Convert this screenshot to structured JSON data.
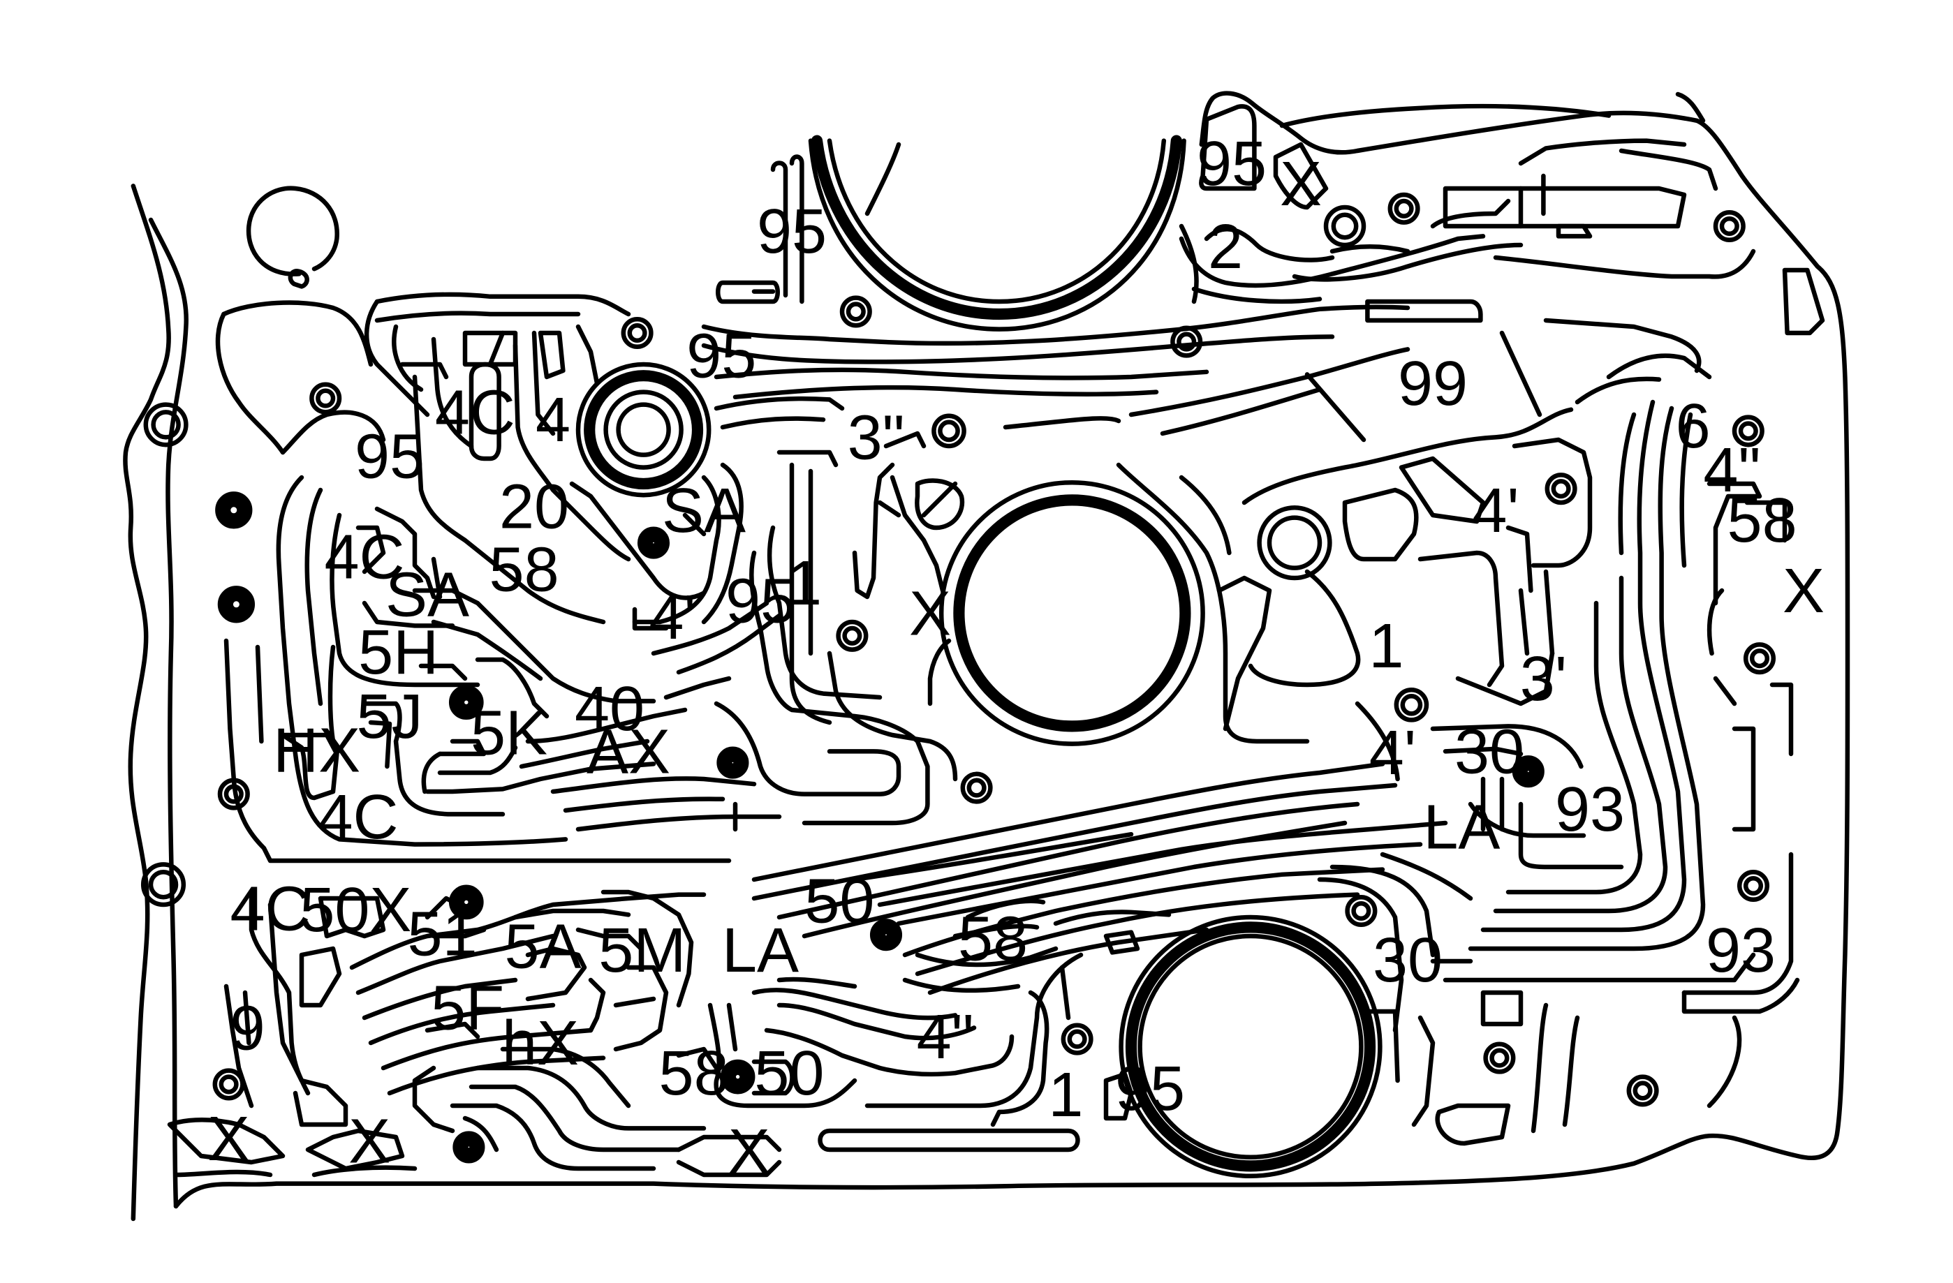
{
  "labels": [
    {
      "key": "l1",
      "text": "95"
    },
    {
      "key": "l2",
      "text": "X"
    },
    {
      "key": "l3",
      "text": "95"
    },
    {
      "key": "l4",
      "text": "2"
    },
    {
      "key": "l5",
      "text": "95"
    },
    {
      "key": "l6",
      "text": "4C"
    },
    {
      "key": "l7",
      "text": "4"
    },
    {
      "key": "l8",
      "text": "99"
    },
    {
      "key": "l9",
      "text": "3\""
    },
    {
      "key": "l10",
      "text": "95"
    },
    {
      "key": "l11",
      "text": "20"
    },
    {
      "key": "l12",
      "text": "SA"
    },
    {
      "key": "l13",
      "text": "4C"
    },
    {
      "key": "l14",
      "text": "58"
    },
    {
      "key": "l15",
      "text": "SA"
    },
    {
      "key": "l16",
      "text": "4'"
    },
    {
      "key": "l17",
      "text": "95"
    },
    {
      "key": "l18",
      "text": "1"
    },
    {
      "key": "l19",
      "text": "X"
    },
    {
      "key": "l20",
      "text": "5H"
    },
    {
      "key": "l21",
      "text": "40"
    },
    {
      "key": "l22",
      "text": "5J"
    },
    {
      "key": "l23",
      "text": "5K"
    },
    {
      "key": "l24",
      "text": "HX"
    },
    {
      "key": "l25",
      "text": "AX"
    },
    {
      "key": "l26",
      "text": "4C"
    },
    {
      "key": "l27",
      "text": "6"
    },
    {
      "key": "l28",
      "text": "4\""
    },
    {
      "key": "l29",
      "text": "4'"
    },
    {
      "key": "l30",
      "text": "58"
    },
    {
      "key": "l31",
      "text": "X"
    },
    {
      "key": "l32",
      "text": "1"
    },
    {
      "key": "l33",
      "text": "3'"
    },
    {
      "key": "l34",
      "text": "4'"
    },
    {
      "key": "l35",
      "text": "30"
    },
    {
      "key": "l36",
      "text": "93"
    },
    {
      "key": "l37",
      "text": "LA"
    },
    {
      "key": "l38",
      "text": "4C"
    },
    {
      "key": "l39",
      "text": "50X"
    },
    {
      "key": "l40",
      "text": "51"
    },
    {
      "key": "l41",
      "text": "5A"
    },
    {
      "key": "l42",
      "text": "5M"
    },
    {
      "key": "l43",
      "text": "LA"
    },
    {
      "key": "l44",
      "text": "50"
    },
    {
      "key": "l45",
      "text": "58"
    },
    {
      "key": "l46",
      "text": "30"
    },
    {
      "key": "l47",
      "text": "93"
    },
    {
      "key": "l48",
      "text": "5F"
    },
    {
      "key": "l49",
      "text": "9"
    },
    {
      "key": "l50",
      "text": "hX"
    },
    {
      "key": "l51",
      "text": "4\""
    },
    {
      "key": "l52",
      "text": "58"
    },
    {
      "key": "l53",
      "text": "50"
    },
    {
      "key": "l54",
      "text": "1"
    },
    {
      "key": "l55",
      "text": "95"
    },
    {
      "key": "l56",
      "text": "X"
    },
    {
      "key": "l57",
      "text": "X"
    },
    {
      "key": "l58",
      "text": "X"
    }
  ]
}
